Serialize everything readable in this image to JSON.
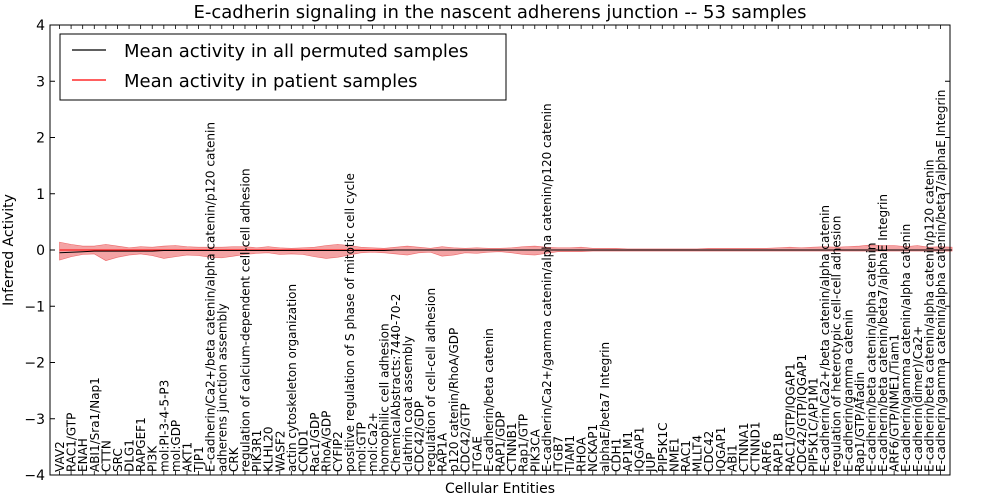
{
  "chart_data": {
    "type": "line",
    "title": "E-cadherin signaling in the nascent adherens junction -- 53 samples",
    "xlabel": "Cellular Entities",
    "ylabel": "Inferred Activity",
    "ylim": [
      -4,
      4
    ],
    "yticks": [
      "4",
      "3",
      "2",
      "1",
      "0",
      "−1",
      "−2",
      "−3",
      "−4"
    ],
    "grid": false,
    "legend_position": "top-left",
    "categories": [
      "VAV2",
      "RAC1/GTP",
      "ENAH",
      "ABI1/Sra1/Nap1",
      "CTTN",
      "SRC",
      "DLG1",
      "RAPGEF1",
      "PI3K",
      "mol:PI-3-4-5-P3",
      "mol:GDP",
      "AKT1",
      "TJP1",
      "E-cadherin/Ca2+/beta catenin/alpha catenin/p120 catenin",
      "adherens junction assembly",
      "CRK",
      "regulation of calcium-dependent cell-cell adhesion",
      "PIK3R1",
      "KLHL20",
      "WASF2",
      "actin cytoskeleton organization",
      "CCND1",
      "Rac1/GDP",
      "RhoA/GDP",
      "CYFIP2",
      "positive regulation of S phase of mitotic cell cycle",
      "mol:GTP",
      "mol:Ca2+",
      "homophilic cell adhesion",
      "ChemicalAbstracts:7440-70-2",
      "clathrin coat assembly",
      "CDC42/GDP",
      "regulation of cell-cell adhesion",
      "RAP1A",
      "p120 catenin/RhoA/GDP",
      "CDC42/GTP",
      "ITGAE",
      "E-cadherin/beta catenin",
      "RAP1/GDP",
      "CTNNB1",
      "Rap1/GTP",
      "PIK3CA",
      "E-cadherin/Ca2+/gamma catenin/alpha catenin/p120 catenin",
      "ITGB7",
      "TIAM1",
      "RHOA",
      "NCKAP1",
      "alphaE/beta7 Integrin",
      "CDH1",
      "AP1M1",
      "IQGAP1",
      "JUP",
      "PIP5K1C",
      "NME1",
      "RAC1",
      "MLLT4",
      "CDC42",
      "IQGAP1",
      "ABI1",
      "CTNNA1",
      "CTNND1",
      "ARF6",
      "RAP1B",
      "RAC1/GTP/IQGAP1",
      "CDC42/GTP/IQGAP1",
      "PIP5K1C/AP1M1",
      "E-cadherin/Ca2+/beta catenin/alpha catenin",
      "regulation of heterotypic cell-cell adhesion",
      "E-cadherin/gamma catenin",
      "Rap1/GTP/Afadin",
      "E-cadherin/beta catenin/alpha catenin",
      "E-cadherin/beta catenin/beta7/alphaE Integrin",
      "ARF6/GTP/NME1/Tiam1",
      "E-cadherin/gamma catenin/alpha catenin",
      "E-cadherin(dimer)/Ca2+",
      "E-cadherin/beta catenin/alpha catenin/p120 catenin",
      "E-cadherin/gamma catenin/alpha catenin/beta7/alphaE Integrin"
    ],
    "series": [
      {
        "name": "Mean activity in all permuted samples",
        "color": "#000000",
        "values": [
          -0.05,
          -0.04,
          -0.03,
          -0.02,
          -0.02,
          -0.02,
          -0.02,
          -0.02,
          -0.02,
          -0.01,
          -0.01,
          -0.01,
          -0.01,
          -0.01,
          -0.01,
          -0.01,
          -0.01,
          -0.01,
          -0.01,
          -0.01,
          -0.01,
          -0.01,
          -0.01,
          -0.01,
          -0.01,
          -0.01,
          -0.01,
          -0.01,
          -0.01,
          0,
          0,
          0,
          0,
          0,
          0,
          0,
          0,
          0,
          0,
          0,
          0,
          0,
          0,
          0,
          0,
          0,
          0,
          0,
          0,
          0,
          0,
          0,
          0,
          0,
          0,
          0,
          0,
          0,
          0,
          0,
          0,
          0,
          0,
          0,
          0,
          0,
          0,
          0,
          0,
          0,
          0,
          0,
          0,
          0,
          0,
          0,
          0,
          0
        ]
      },
      {
        "name": "Mean activity in patient samples",
        "color": "#ff0000",
        "values": [
          0,
          0,
          0,
          0,
          0,
          0,
          0,
          0,
          0,
          0,
          0,
          0,
          0,
          0,
          0,
          0,
          0,
          0,
          0,
          0,
          0,
          0,
          0,
          0,
          0,
          0,
          0,
          0,
          0,
          0,
          0,
          0,
          0,
          0,
          0,
          0,
          0,
          0,
          0,
          0,
          0,
          0,
          0,
          0,
          0,
          0,
          0,
          0,
          0,
          0,
          0,
          0,
          0,
          0,
          0,
          0,
          0,
          0,
          0,
          0,
          0,
          0,
          0,
          0,
          0,
          0,
          0,
          0,
          0,
          0,
          0,
          0,
          0,
          0,
          0,
          0,
          0,
          0
        ]
      }
    ],
    "band": {
      "color": "#e31a1c",
      "upper": [
        0.14,
        0.1,
        0.07,
        0.07,
        0.1,
        0.07,
        0.04,
        0.06,
        0.05,
        0.07,
        0.08,
        0.06,
        0.05,
        0.05,
        0.05,
        0.06,
        0.06,
        0.04,
        0.06,
        0.04,
        0.03,
        0.04,
        0.05,
        0.08,
        0.1,
        0.08,
        0.05,
        0.04,
        0.03,
        0.05,
        0.07,
        0.05,
        0.03,
        0.06,
        0.04,
        0.03,
        0.04,
        0.03,
        0.03,
        0.04,
        0.06,
        0.07,
        0.05,
        0.04,
        0.04,
        0.05,
        0.03,
        0.03,
        0.03,
        0.02,
        0.02,
        0.02,
        0.02,
        0.02,
        0.02,
        0.02,
        0.03,
        0.03,
        0.03,
        0.03,
        0.03,
        0.03,
        0.04,
        0.05,
        0.04,
        0.05,
        0.06,
        0.05,
        0.06,
        0.07,
        0.09,
        0.08,
        0.08,
        0.06,
        0.08,
        0.05,
        0.06,
        0.05
      ],
      "lower": [
        -0.18,
        -0.12,
        -0.08,
        -0.07,
        -0.19,
        -0.13,
        -0.09,
        -0.07,
        -0.1,
        -0.15,
        -0.12,
        -0.09,
        -0.1,
        -0.13,
        -0.14,
        -0.11,
        -0.08,
        -0.06,
        -0.05,
        -0.08,
        -0.07,
        -0.08,
        -0.12,
        -0.15,
        -0.13,
        -0.09,
        -0.05,
        -0.04,
        -0.05,
        -0.07,
        -0.09,
        -0.05,
        -0.04,
        -0.11,
        -0.09,
        -0.05,
        -0.06,
        -0.04,
        -0.03,
        -0.05,
        -0.08,
        -0.09,
        -0.06,
        -0.03,
        -0.03,
        -0.03,
        -0.02,
        -0.02,
        -0.02,
        -0.02,
        -0.02,
        -0.02,
        -0.02,
        -0.02,
        -0.02,
        -0.02,
        -0.02,
        -0.02,
        -0.02,
        -0.02,
        -0.02,
        -0.02,
        -0.02,
        -0.02,
        -0.02,
        -0.02,
        -0.02,
        -0.02,
        -0.02,
        -0.02,
        -0.02,
        -0.02,
        -0.02,
        -0.02,
        -0.02,
        -0.02,
        -0.02,
        -0.02
      ]
    }
  }
}
